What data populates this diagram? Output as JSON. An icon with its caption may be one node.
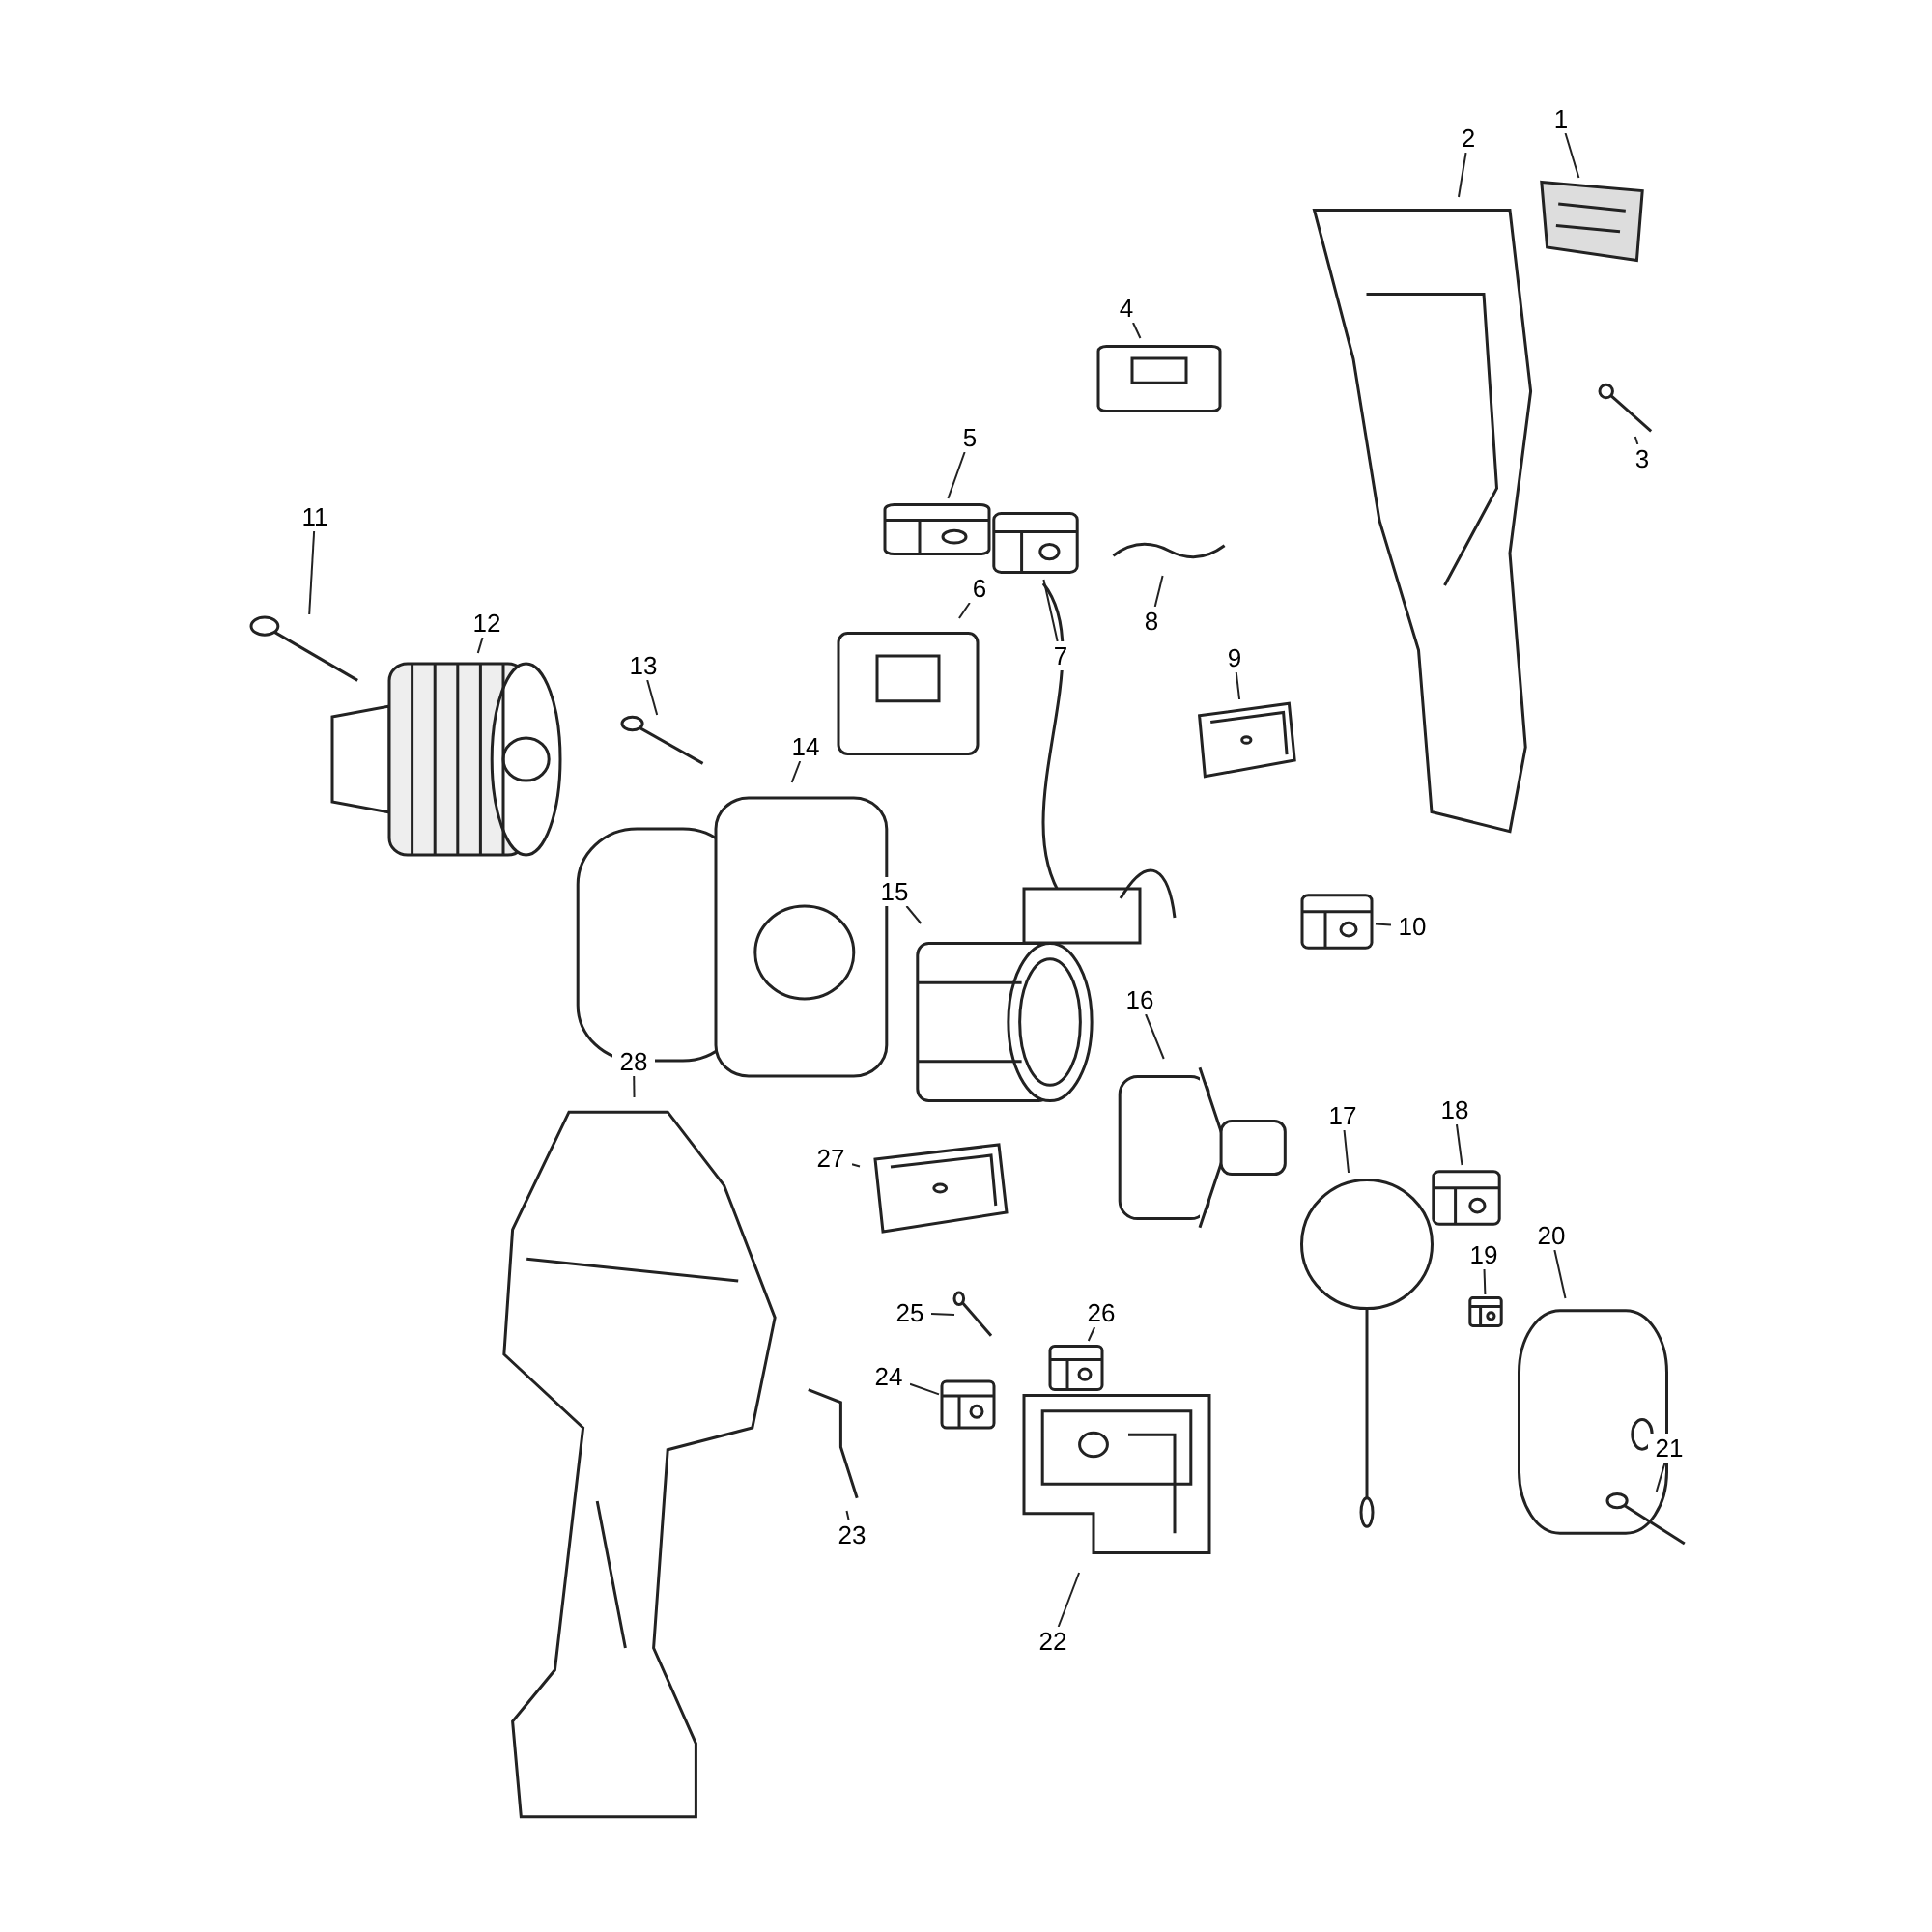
{
  "diagram": {
    "nodes": [
      {
        "text": [
          "1"
        ]
      },
      {
        "text": [
          "2"
        ]
      },
      {
        "text": [
          "3"
        ]
      },
      {
        "text": [
          "4"
        ]
      },
      {
        "text": [
          "5"
        ]
      },
      {
        "text": [
          "6"
        ]
      },
      {
        "text": [
          "7"
        ]
      },
      {
        "text": [
          "8"
        ]
      },
      {
        "text": [
          "9"
        ]
      },
      {
        "text": [
          "10"
        ]
      },
      {
        "text": [
          "11"
        ]
      },
      {
        "text": [
          "12"
        ]
      },
      {
        "text": [
          "13"
        ]
      },
      {
        "text": [
          "14"
        ]
      },
      {
        "text": [
          "15"
        ]
      },
      {
        "text": [
          "16"
        ]
      },
      {
        "text": [
          "17"
        ]
      },
      {
        "text": [
          "18"
        ]
      },
      {
        "text": [
          "19"
        ]
      },
      {
        "text": [
          "20"
        ]
      },
      {
        "text": [
          "21"
        ]
      },
      {
        "text": [
          "22"
        ]
      },
      {
        "text": [
          "23"
        ]
      },
      {
        "text": [
          "24"
        ]
      },
      {
        "text": [
          "25"
        ]
      },
      {
        "text": [
          "26"
        ]
      },
      {
        "text": [
          "27"
        ]
      },
      {
        "text": [
          "28"
        ]
      },
      {
        "text": [],
        "shape": "picture"
      },
      {
        "text": [],
        "shape": "picture"
      },
      {
        "text": [],
        "shape": "picture"
      },
      {
        "text": [],
        "shape": "picture"
      },
      {
        "text": [],
        "shape": "picture"
      },
      {
        "text": [],
        "shape": "picture"
      },
      {
        "text": [],
        "shape": "picture"
      },
      {
        "text": [],
        "shape": "picture"
      },
      {
        "text": [],
        "shape": "picture"
      },
      {
        "text": [],
        "shape": "picture"
      },
      {
        "text": [],
        "shape": "picture"
      },
      {
        "text": [],
        "shape": "picture"
      },
      {
        "text": [],
        "shape": "picture"
      },
      {
        "text": [],
        "shape": "picture"
      },
      {
        "text": [],
        "shape": "picture"
      },
      {
        "text": [],
        "shape": "picture"
      },
      {
        "text": [],
        "shape": "picture"
      },
      {
        "text": [],
        "shape": "picture"
      },
      {
        "text": [],
        "shape": "picture"
      },
      {
        "text": [],
        "shape": "picture"
      },
      {
        "text": [],
        "shape": "picture"
      },
      {
        "text": [],
        "shape": "picture"
      },
      {
        "text": [],
        "shape": "picture"
      },
      {
        "text": [],
        "shape": "picture"
      },
      {
        "text": [],
        "shape": "picture"
      },
      {
        "text": [],
        "shape": "picture"
      },
      {
        "text": [],
        "shape": "picture"
      },
      {
        "text": [],
        "shape": "picture"
      }
    ],
    "edges": [
      {
        "from": 0,
        "to": 28,
        "arrow": "none"
      },
      {
        "from": 1,
        "to": 29,
        "arrow": "none"
      },
      {
        "from": 2,
        "to": 30,
        "arrow": "none"
      },
      {
        "from": 3,
        "to": 31,
        "arrow": "none"
      },
      {
        "from": 4,
        "to": 32,
        "arrow": "none"
      },
      {
        "from": 5,
        "to": 33,
        "arrow": "none"
      },
      {
        "from": 6,
        "to": 34,
        "arrow": "none"
      },
      {
        "from": 7,
        "to": 35,
        "arrow": "none"
      },
      {
        "from": 8,
        "to": 36,
        "arrow": "none"
      },
      {
        "from": 9,
        "to": 37,
        "arrow": "none"
      },
      {
        "from": 10,
        "to": 38,
        "arrow": "none"
      },
      {
        "from": 11,
        "to": 39,
        "arrow": "none"
      },
      {
        "from": 12,
        "to": 40,
        "arrow": "none"
      },
      {
        "from": 13,
        "to": 41,
        "arrow": "none"
      },
      {
        "from": 14,
        "to": 42,
        "arrow": "none"
      },
      {
        "from": 15,
        "to": 43,
        "arrow": "none"
      },
      {
        "from": 16,
        "to": 44,
        "arrow": "none"
      },
      {
        "from": 17,
        "to": 45,
        "arrow": "none"
      },
      {
        "from": 18,
        "to": 46,
        "arrow": "none"
      },
      {
        "from": 19,
        "to": 47,
        "arrow": "none"
      },
      {
        "from": 20,
        "to": 48,
        "arrow": "none"
      },
      {
        "from": 21,
        "to": 49,
        "arrow": "none"
      },
      {
        "from": 22,
        "to": 50,
        "arrow": "none"
      },
      {
        "from": 23,
        "to": 51,
        "arrow": "none"
      },
      {
        "from": 24,
        "to": 52,
        "arrow": "none"
      },
      {
        "from": 25,
        "to": 53,
        "arrow": "none"
      },
      {
        "from": 26,
        "to": 54,
        "arrow": "none"
      },
      {
        "from": 27,
        "to": 55,
        "arrow": "none"
      }
    ]
  }
}
